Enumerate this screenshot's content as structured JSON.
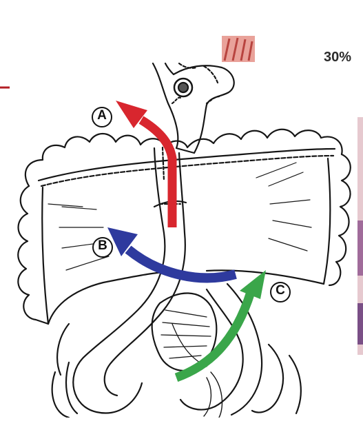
{
  "figure": {
    "percent_label": "30%",
    "labels": {
      "a": "A",
      "b": "B",
      "c": "C"
    },
    "arrows": [
      {
        "label": "A",
        "color": "#d8262e"
      },
      {
        "label": "B",
        "color": "#2e3a9e"
      },
      {
        "label": "C",
        "color": "#3aa64a"
      }
    ]
  }
}
